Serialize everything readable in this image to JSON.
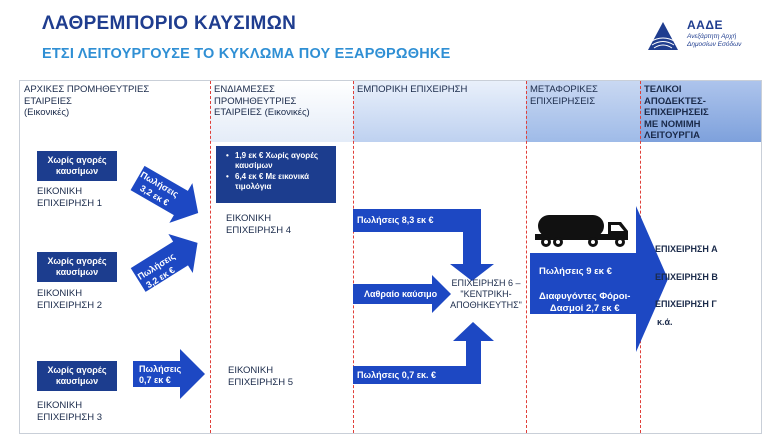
{
  "header": {
    "title": "ΛΑΘΡΕΜΠΟΡΙΟ ΚΑΥΣΙΜΩΝ",
    "subtitle": "ΕΤΣΙ ΛΕΙΤΟΥΡΓΟΥΣΕ ΤΟ ΚΥΚΛΩΜΑ ΠΟΥ ΕΞΑΡΘΡΩΘΗΚΕ"
  },
  "logo": {
    "name": "ΑΑΔΕ",
    "subtitle_line1": "Ανεξάρτητη Αρχή",
    "subtitle_line2": "Δημοσίων Εσόδων"
  },
  "columns": [
    {
      "line1": "ΑΡΧΙΚΕΣ ΠΡΟΜΗΘΕΥΤΡΙΕΣ",
      "line2": "ΕΤΑΙΡΕΙΕΣ",
      "line3": "(Εικονικές)"
    },
    {
      "line1": "ΕΝΔΙΑΜΕΣΕΣ",
      "line2": "ΠΡΟΜΗΘΕΥΤΡΙΕΣ",
      "line3": "ΕΤΑΙΡΕΙΕΣ  (Εικονικές)"
    },
    {
      "line1": "ΕΜΠΟΡΙΚΗ ΕΠΙΧΕΙΡΗΣΗ"
    },
    {
      "line1": "ΜΕΤΑΦΟΡΙΚΕΣ",
      "line2": "ΕΠΙΧΕΙΡΗΣΕΙΣ"
    },
    {
      "line1": "ΤΕΛΙΚΟΙ",
      "line2": "ΑΠΟΔΕΚΤΕΣ-",
      "line3": "ΕΠΙΧΕΙΡΗΣΕΙΣ",
      "line4": "ΜΕ ΝΟΜΙΜΗ",
      "line5": "ΛΕΙΤΟΥΡΓΙΑ"
    }
  ],
  "suppliers": [
    {
      "box_line1": "Χωρίς αγορές",
      "box_line2": "καυσίμων",
      "name_line1": "ΕΙΚΟΝΙΚΗ",
      "name_line2": "ΕΠΙΧΕΙΡΗΣΗ 1",
      "arrow_line1": "Πωλήσεις",
      "arrow_line2": "3,2 εκ €"
    },
    {
      "box_line1": "Χωρίς αγορές",
      "box_line2": "καυσίμων",
      "name_line1": "ΕΙΚΟΝΙΚΗ",
      "name_line2": "ΕΠΙΧΕΙΡΗΣΗ 2",
      "arrow_line1": "Πωλήσεις",
      "arrow_line2": "3,2 εκ €"
    },
    {
      "box_line1": "Χωρίς αγορές",
      "box_line2": "καυσίμων",
      "name_line1": "ΕΙΚΟΝΙΚΗ",
      "name_line2": "ΕΠΙΧΕΙΡΗΣΗ 3",
      "arrow_line1": "Πωλήσεις",
      "arrow_line2": "0,7 εκ €"
    }
  ],
  "intermediate": {
    "bullets": [
      "1,9 εκ € Χωρίς αγορές καυσίμων",
      "6,4 εκ € Με εικονικά τιμολόγια"
    ],
    "company4_line1": "ΕΙΚΟΝΙΚΗ",
    "company4_line2": "ΕΠΙΧΕΙΡΗΣΗ 4",
    "company5_line1": "ΕΙΚΟΝΙΚΗ",
    "company5_line2": "ΕΠΙΧΕΙΡΗΣΗ 5"
  },
  "commercial": {
    "arrow_top": "Πωλήσεις 8,3 εκ €",
    "arrow_middle": "Λαθραίο καύσιμο",
    "arrow_bottom": "Πωλήσεις 0,7 εκ. €",
    "center_line1": "ΕΠΙΧΕΙΡΗΣΗ 6 –",
    "center_line2": "\"ΚΕΝΤΡΙΚΗ-",
    "center_line3": "ΑΠΟΘΗΚΕΥΤΗΣ\""
  },
  "transport": {
    "sales": "Πωλήσεις 9 εκ €",
    "evaded_line1": "Διαφυγόντες Φόροι-",
    "evaded_line2": "Δασμοί 2,7 εκ €",
    "icon": "tanker-truck-icon"
  },
  "final_recipients": [
    "ΕΠΙΧΕΙΡΗΣΗ Α",
    "ΕΠΙΧΕΙΡΗΣΗ Β",
    "ΕΠΙΧΕΙΡΗΣΗ Γ",
    "κ.ά."
  ],
  "colors": {
    "navy": "#1c3d8e",
    "arrow_blue": "#1d48c3",
    "title": "#1f3d8f",
    "subtitle": "#2f8fd4",
    "divider": "#e0403a"
  }
}
